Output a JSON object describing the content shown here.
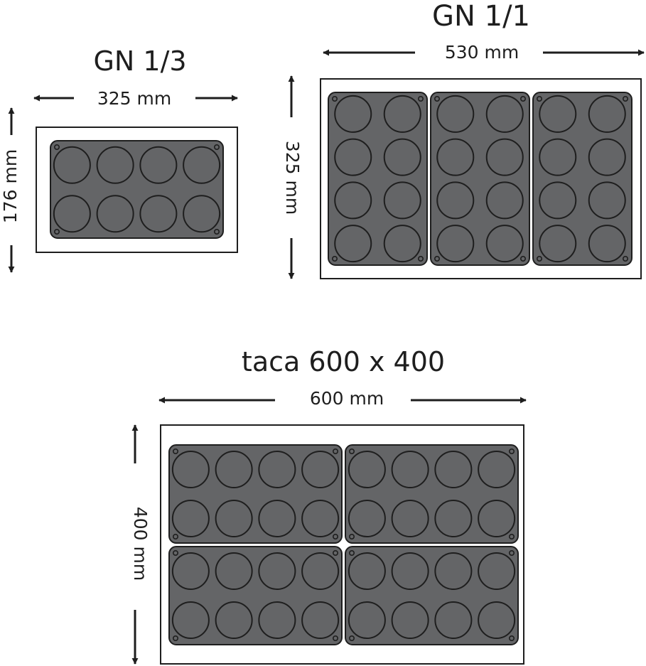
{
  "colors": {
    "mould_fill": "#646567",
    "stroke": "#1e1e1e",
    "background": "#ffffff"
  },
  "panels": [
    {
      "id": "gn13",
      "title": "GN 1/3",
      "width_label": "325 mm",
      "height_label": "176 mm",
      "width_mm": 325,
      "height_mm": 176,
      "moulds": [
        {
          "rows": 2,
          "cols": 4
        }
      ]
    },
    {
      "id": "gn11",
      "title": "GN 1/1",
      "width_label": "530 mm",
      "height_label": "325 mm",
      "width_mm": 530,
      "height_mm": 325,
      "moulds": [
        {
          "rows": 4,
          "cols": 2
        },
        {
          "rows": 4,
          "cols": 2
        },
        {
          "rows": 4,
          "cols": 2
        }
      ]
    },
    {
      "id": "tray",
      "title": "taca 600 x 400",
      "width_label": "600 mm",
      "height_label": "400 mm",
      "width_mm": 600,
      "height_mm": 400,
      "moulds": [
        {
          "rows": 2,
          "cols": 4
        },
        {
          "rows": 2,
          "cols": 4
        },
        {
          "rows": 2,
          "cols": 4
        },
        {
          "rows": 2,
          "cols": 4
        }
      ]
    }
  ]
}
